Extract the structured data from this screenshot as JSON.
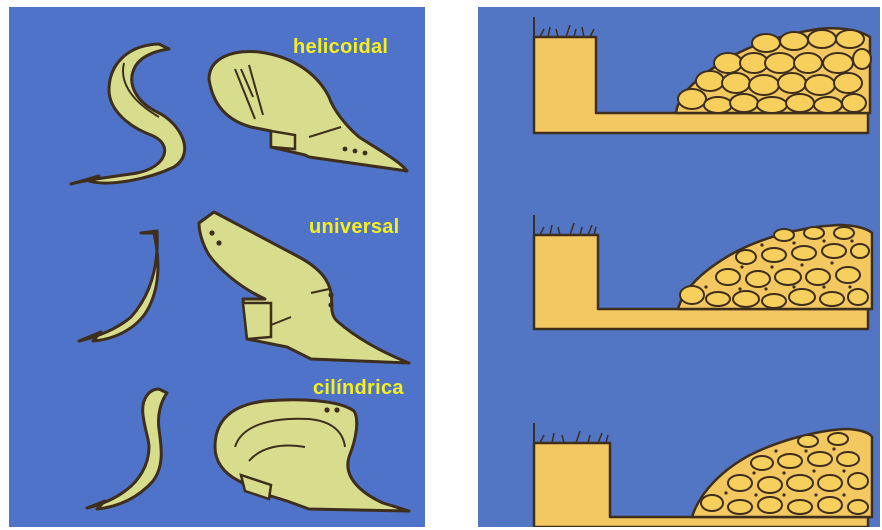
{
  "labels": {
    "helicoidal": "helicoidal",
    "universal": "universal",
    "cilindrica": "cilíndrica"
  },
  "colors": {
    "left_background": "#4f73c8",
    "right_background": "#5275c4",
    "plow_fill": "#d8dd8e",
    "soil_fill": "#f4c860",
    "outline": "#3e2e1e",
    "label_color": "#f6ef1f"
  }
}
